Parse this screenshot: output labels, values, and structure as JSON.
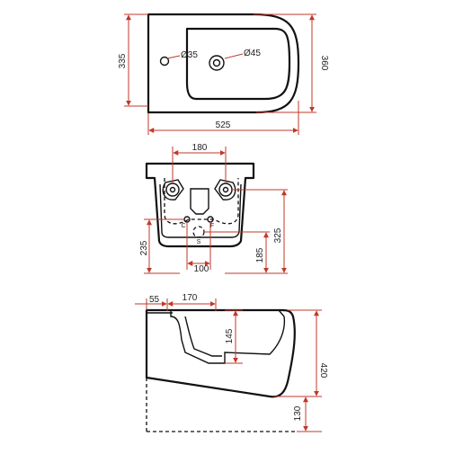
{
  "colors": {
    "dimension": "#c0392b",
    "outline": "#111111",
    "text": "#222222"
  },
  "top_view": {
    "overall_width": "525",
    "overall_depth": "360",
    "depth_to_hole": "335",
    "tap_hole": "Ø45",
    "side_hole": "Ø35"
  },
  "front_view": {
    "fixing_spacing": "180",
    "inlet_spacing": "100",
    "height_to_fixings": "325",
    "height_to_supply": "235",
    "height_to_drain": "185",
    "marks": {
      "cold": "C",
      "hot": "F",
      "drain": "S"
    }
  },
  "side_view": {
    "wall_offset": "55",
    "bowl_offset": "170",
    "bowl_depth": "145",
    "overall_height": "420",
    "base_height": "130"
  }
}
